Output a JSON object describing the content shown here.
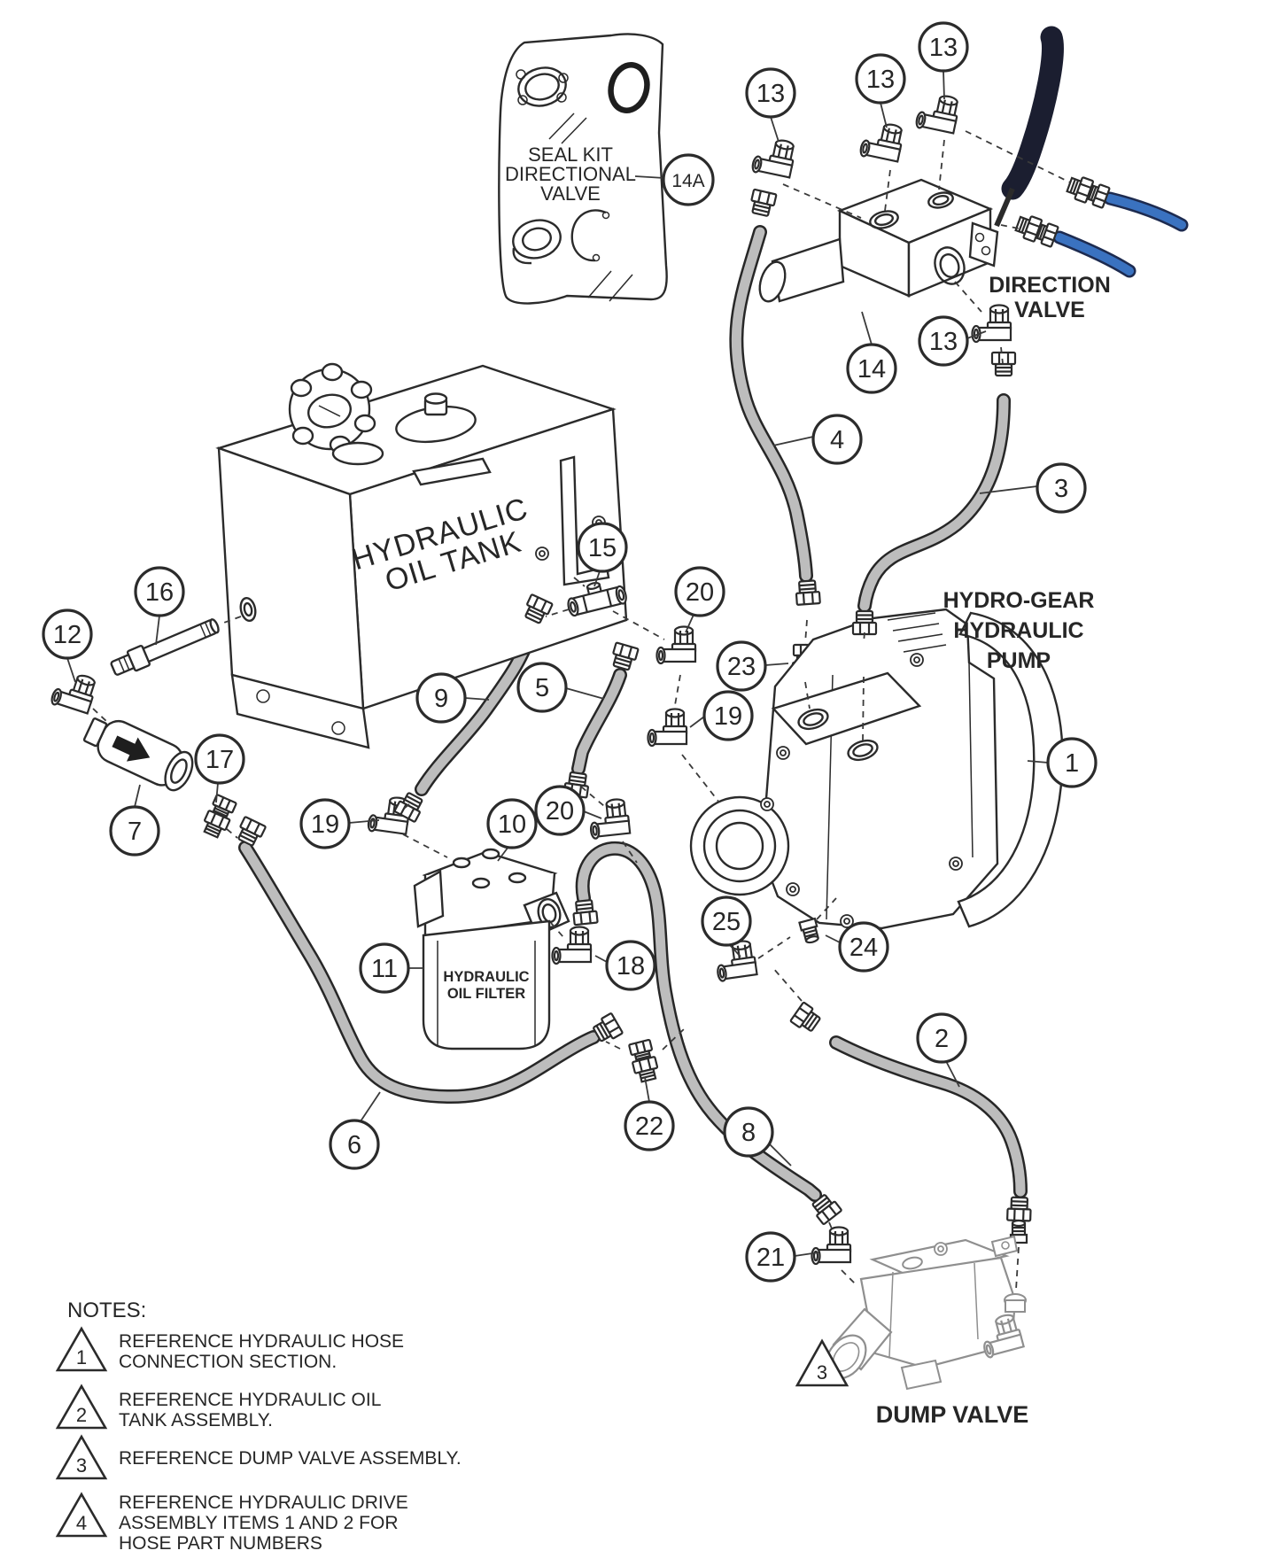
{
  "figure": {
    "type": "hydraulic-parts-diagram",
    "background": "#ffffff"
  },
  "labels": {
    "seal_kit": [
      "SEAL KIT",
      "DIRECTIONAL",
      "VALVE"
    ],
    "direction_valve": [
      "DIRECTION",
      "VALVE"
    ],
    "pump": [
      "HYDRO-GEAR",
      "HYDRAULIC",
      "PUMP"
    ],
    "tank": [
      "HYDRAULIC",
      "OIL TANK"
    ],
    "filter": [
      "HYDRAULIC",
      "OIL FILTER"
    ],
    "dump_valve": "DUMP VALVE",
    "notes_heading": "NOTES:"
  },
  "callouts": [
    {
      "id": "13-top-left",
      "label": "13"
    },
    {
      "id": "13-top-mid",
      "label": "13"
    },
    {
      "id": "13-top-right",
      "label": "13"
    },
    {
      "id": "14A",
      "label": "14A"
    },
    {
      "id": "13-lower",
      "label": "13"
    },
    {
      "id": "14",
      "label": "14"
    },
    {
      "id": "4",
      "label": "4"
    },
    {
      "id": "3",
      "label": "3"
    },
    {
      "id": "16",
      "label": "16"
    },
    {
      "id": "12",
      "label": "12"
    },
    {
      "id": "15",
      "label": "15"
    },
    {
      "id": "20-right",
      "label": "20"
    },
    {
      "id": "9",
      "label": "9"
    },
    {
      "id": "5",
      "label": "5"
    },
    {
      "id": "23",
      "label": "23"
    },
    {
      "id": "19-right",
      "label": "19"
    },
    {
      "id": "1",
      "label": "1"
    },
    {
      "id": "17",
      "label": "17"
    },
    {
      "id": "7",
      "label": "7"
    },
    {
      "id": "19-left",
      "label": "19"
    },
    {
      "id": "10",
      "label": "10"
    },
    {
      "id": "20-left",
      "label": "20"
    },
    {
      "id": "11",
      "label": "11"
    },
    {
      "id": "18",
      "label": "18"
    },
    {
      "id": "25",
      "label": "25"
    },
    {
      "id": "24",
      "label": "24"
    },
    {
      "id": "2",
      "label": "2"
    },
    {
      "id": "22",
      "label": "22"
    },
    {
      "id": "6",
      "label": "6"
    },
    {
      "id": "8",
      "label": "8"
    },
    {
      "id": "21",
      "label": "21"
    }
  ],
  "flags": {
    "dump_valve": "3"
  },
  "notes": [
    {
      "num": "1",
      "lines": [
        "REFERENCE HYDRAULIC HOSE",
        "CONNECTION SECTION."
      ]
    },
    {
      "num": "2",
      "lines": [
        "REFERENCE HYDRAULIC OIL",
        "TANK ASSEMBLY."
      ]
    },
    {
      "num": "3",
      "lines": [
        "REFERENCE DUMP VALVE ASSEMBLY."
      ]
    },
    {
      "num": "4",
      "lines": [
        "REFERENCE HYDRAULIC DRIVE",
        "ASSEMBLY ITEMS 1 AND 2 FOR",
        "HOSE PART NUMBERS"
      ]
    }
  ],
  "colors": {
    "line": "#2b2b2b",
    "hose_fill": "#bdbdbd",
    "hose_outline": "#272727",
    "blue_hose": "#3a72c0",
    "blue_outline": "#1d2b50",
    "handle": "#1b1e30",
    "dump_valve_gray": "#8f8f8f"
  }
}
